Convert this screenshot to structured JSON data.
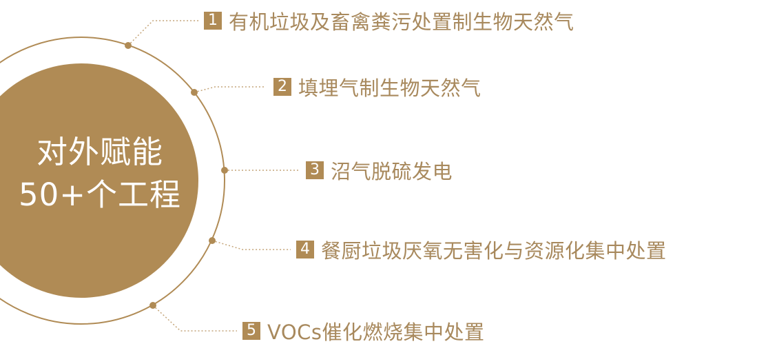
{
  "center": {
    "line1": "对外赋能",
    "line2": "50+个工程"
  },
  "items": [
    {
      "number": "1",
      "label": "有机垃圾及畜禽粪污处置制生物天然气"
    },
    {
      "number": "2",
      "label": "填埋气制生物天然气"
    },
    {
      "number": "3",
      "label": "沼气脱硫发电"
    },
    {
      "number": "4",
      "label": "餐厨垃圾厌氧无害化与资源化集中处置"
    },
    {
      "number": "5",
      "label": "VOCs催化燃烧集中处置"
    }
  ],
  "colors": {
    "accent": "#b08b55",
    "text": "#a8895d",
    "dotted": "#c4a478"
  }
}
